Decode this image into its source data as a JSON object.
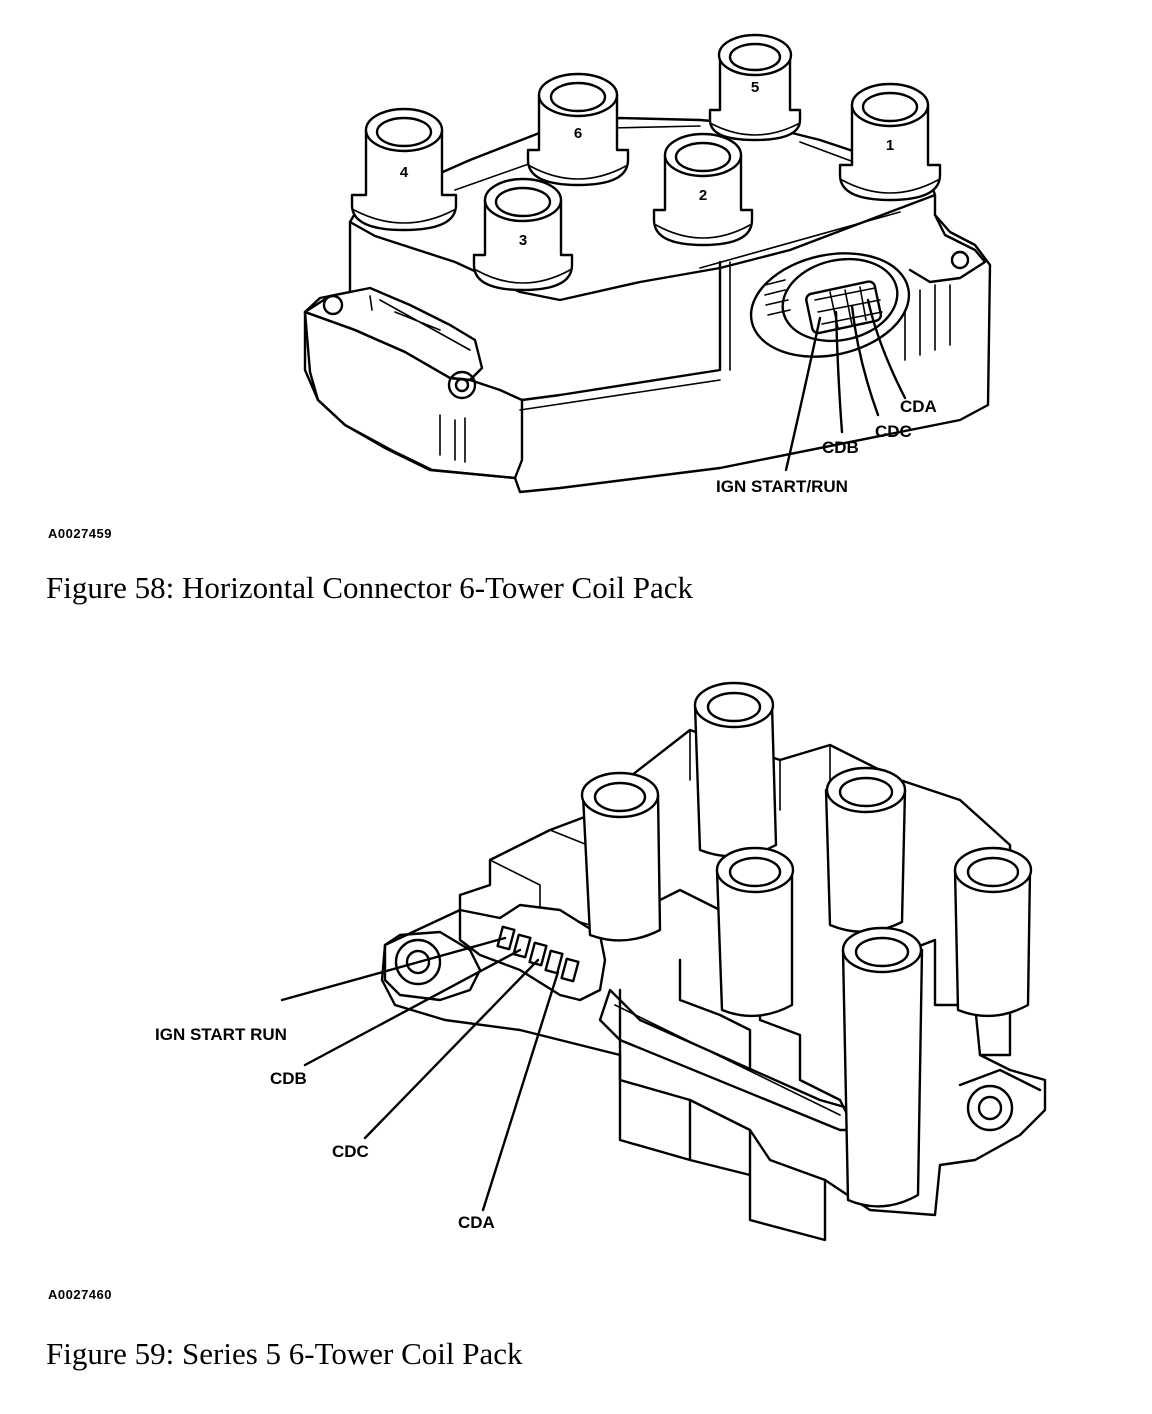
{
  "figure58": {
    "tower_numbers": [
      "4",
      "6",
      "5",
      "1",
      "3",
      "2"
    ],
    "callouts": {
      "cda": "CDA",
      "cdc": "CDC",
      "cdb": "CDB",
      "ign": "IGN START/RUN"
    },
    "art_id": "A0027459",
    "caption": "Figure 58: Horizontal Connector 6-Tower Coil Pack"
  },
  "figure59": {
    "callouts": {
      "ign": "IGN START RUN",
      "cdb": "CDB",
      "cdc": "CDC",
      "cda": "CDA"
    },
    "art_id": "A0027460",
    "caption": "Figure 59: Series 5 6-Tower Coil Pack"
  }
}
